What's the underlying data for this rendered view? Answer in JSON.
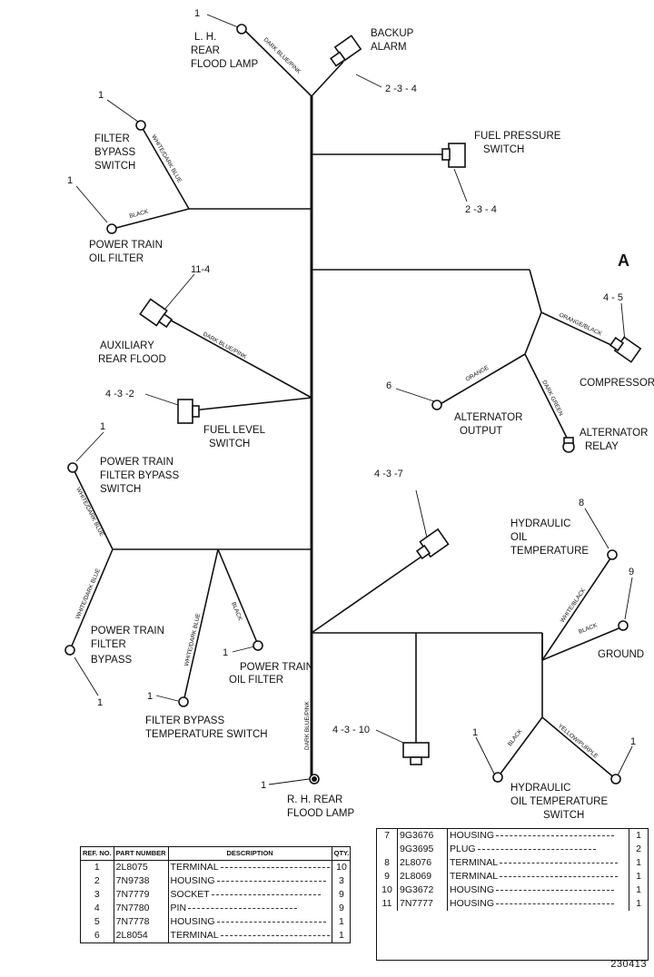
{
  "diagram": {
    "section_letter": "A",
    "figure_number": "230413",
    "components": {
      "lh_rear_flood": {
        "name_l1": "L. H.",
        "name_l2": "REAR",
        "name_l3": "FLOOD LAMP",
        "ref": "1"
      },
      "backup_alarm": {
        "name_l1": "BACKUP",
        "name_l2": "ALARM",
        "ref": "2 -3 - 4"
      },
      "fuel_pressure": {
        "name_l1": "FUEL PRESSURE",
        "name_l2": "SWITCH",
        "ref": "2 -3 - 4"
      },
      "filter_bypass_switch": {
        "name_l1": "FILTER",
        "name_l2": "BYPASS",
        "name_l3": "SWITCH",
        "ref": "1"
      },
      "pt_oil_filter_top": {
        "name_l1": "POWER TRAIN",
        "name_l2": "OIL FILTER",
        "ref": "1"
      },
      "aux_rear_flood": {
        "name_l1": "AUXILIARY",
        "name_l2": "REAR FLOOD",
        "ref": "11-4"
      },
      "fuel_level": {
        "name_l1": "FUEL LEVEL",
        "name_l2": "SWITCH",
        "ref": "4 -3 -2"
      },
      "compressor": {
        "name": "COMPRESSOR",
        "ref": "4 - 5"
      },
      "alternator_output": {
        "name_l1": "ALTERNATOR",
        "name_l2": "OUTPUT",
        "ref": "6"
      },
      "alternator_relay": {
        "name_l1": "ALTERNATOR",
        "name_l2": "RELAY"
      },
      "pt_filter_bypass_switch": {
        "name_l1": "POWER TRAIN",
        "name_l2": "FILTER BYPASS",
        "name_l3": "SWITCH",
        "ref": "1"
      },
      "connector_437": {
        "ref": "4  -3  -7"
      },
      "hyd_oil_temp": {
        "name_l1": "HYDRAULIC",
        "name_l2": "OIL",
        "name_l3": "TEMPERATURE",
        "ref": "8"
      },
      "ground": {
        "name": "GROUND",
        "ref": "9"
      },
      "pt_filter_bypass": {
        "name_l1": "POWER TRAIN",
        "name_l2": "FILTER",
        "name_l3": "BYPASS",
        "ref": "1"
      },
      "pt_oil_filter_bottom": {
        "name_l1": "POWER TRAIN",
        "name_l2": "OIL FILTER",
        "ref": "1"
      },
      "filter_bypass_temp": {
        "name_l1": "FILTER BYPASS",
        "name_l2": "TEMPERATURE SWITCH",
        "ref": "1"
      },
      "connector_4310": {
        "ref": "4 -3 - 10"
      },
      "rh_rear_flood": {
        "name_l1": "R. H. REAR",
        "name_l2": "FLOOD LAMP",
        "ref": "1"
      },
      "hyd_oil_temp_switch": {
        "name_l1": "HYDRAULIC",
        "name_l2": "OIL TEMPERATURE",
        "name_l3": "SWITCH",
        "ref_left": "1",
        "ref_right": "1"
      }
    },
    "wires": {
      "dark_blue_pink": "DARK BLUE/PINK",
      "white_dark_blue": "WHITE/DARK BLUE",
      "black": "BLACK",
      "orange_black": "ORANGE/BLACK",
      "orange": "ORANGE",
      "dark_green": "DARK GREEN",
      "white_black": "WHITE/BLACK",
      "yellow_purple": "YELLOW/PURPLE"
    }
  },
  "parts_table_left": {
    "headers": {
      "ref": "REF. NO.",
      "part": "PART NUMBER",
      "desc": "DESCRIPTION",
      "qty": "QTY."
    },
    "rows": [
      {
        "ref": "1",
        "part": "2L8075",
        "desc": "TERMINAL",
        "qty": "10"
      },
      {
        "ref": "2",
        "part": "7N9738",
        "desc": "HOUSING",
        "qty": "3"
      },
      {
        "ref": "3",
        "part": "7N7779",
        "desc": "SOCKET",
        "qty": "9"
      },
      {
        "ref": "4",
        "part": "7N7780",
        "desc": "PIN",
        "qty": "9"
      },
      {
        "ref": "5",
        "part": "7N7778",
        "desc": "HOUSING",
        "qty": "1"
      },
      {
        "ref": "6",
        "part": "2L8054",
        "desc": "TERMINAL",
        "qty": "1"
      }
    ]
  },
  "parts_table_right": {
    "rows": [
      {
        "ref": "7",
        "part": "9G3676",
        "desc": "HOUSING",
        "qty": "1"
      },
      {
        "ref": "",
        "part": "9G3695",
        "desc": "PLUG",
        "qty": "2"
      },
      {
        "ref": "8",
        "part": "2L8076",
        "desc": "TERMINAL",
        "qty": "1"
      },
      {
        "ref": "9",
        "part": "2L8069",
        "desc": "TERMINAL",
        "qty": "1"
      },
      {
        "ref": "10",
        "part": "9G3672",
        "desc": "HOUSING",
        "qty": "1"
      },
      {
        "ref": "11",
        "part": "7N7777",
        "desc": "HOUSING",
        "qty": "1"
      }
    ]
  }
}
